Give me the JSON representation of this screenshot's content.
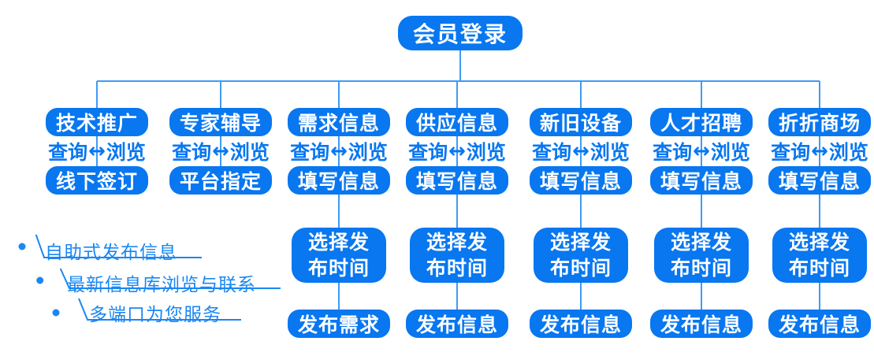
{
  "root": {
    "label": "会员登录"
  },
  "query_browse": {
    "query": "查询",
    "arrow": "↔",
    "browse": "浏览"
  },
  "columns": [
    {
      "title": "技术推广",
      "sub": "线下签订"
    },
    {
      "title": "专家辅导",
      "sub": "平台指定"
    },
    {
      "title": "需求信息",
      "sub": "填写信息",
      "schedule": "选择发布时间",
      "publish": "发布需求"
    },
    {
      "title": "供应信息",
      "sub": "填写信息",
      "schedule": "选择发布时间",
      "publish": "发布信息"
    },
    {
      "title": "新旧设备",
      "sub": "填写信息",
      "schedule": "选择发布时间",
      "publish": "发布信息"
    },
    {
      "title": "人才招聘",
      "sub": "填写信息",
      "schedule": "选择发布时间",
      "publish": "发布信息"
    },
    {
      "title": "折折商场",
      "sub": "填写信息",
      "schedule": "选择发布时间",
      "publish": "发布信息"
    }
  ],
  "notes": [
    "自助式发布信息",
    "最新信息库浏览与联系",
    "多端口为您服务"
  ],
  "colors": {
    "node_blue": "#0877F0",
    "line_blue": "#3E9BF5",
    "note_blue": "#1A87F2"
  }
}
